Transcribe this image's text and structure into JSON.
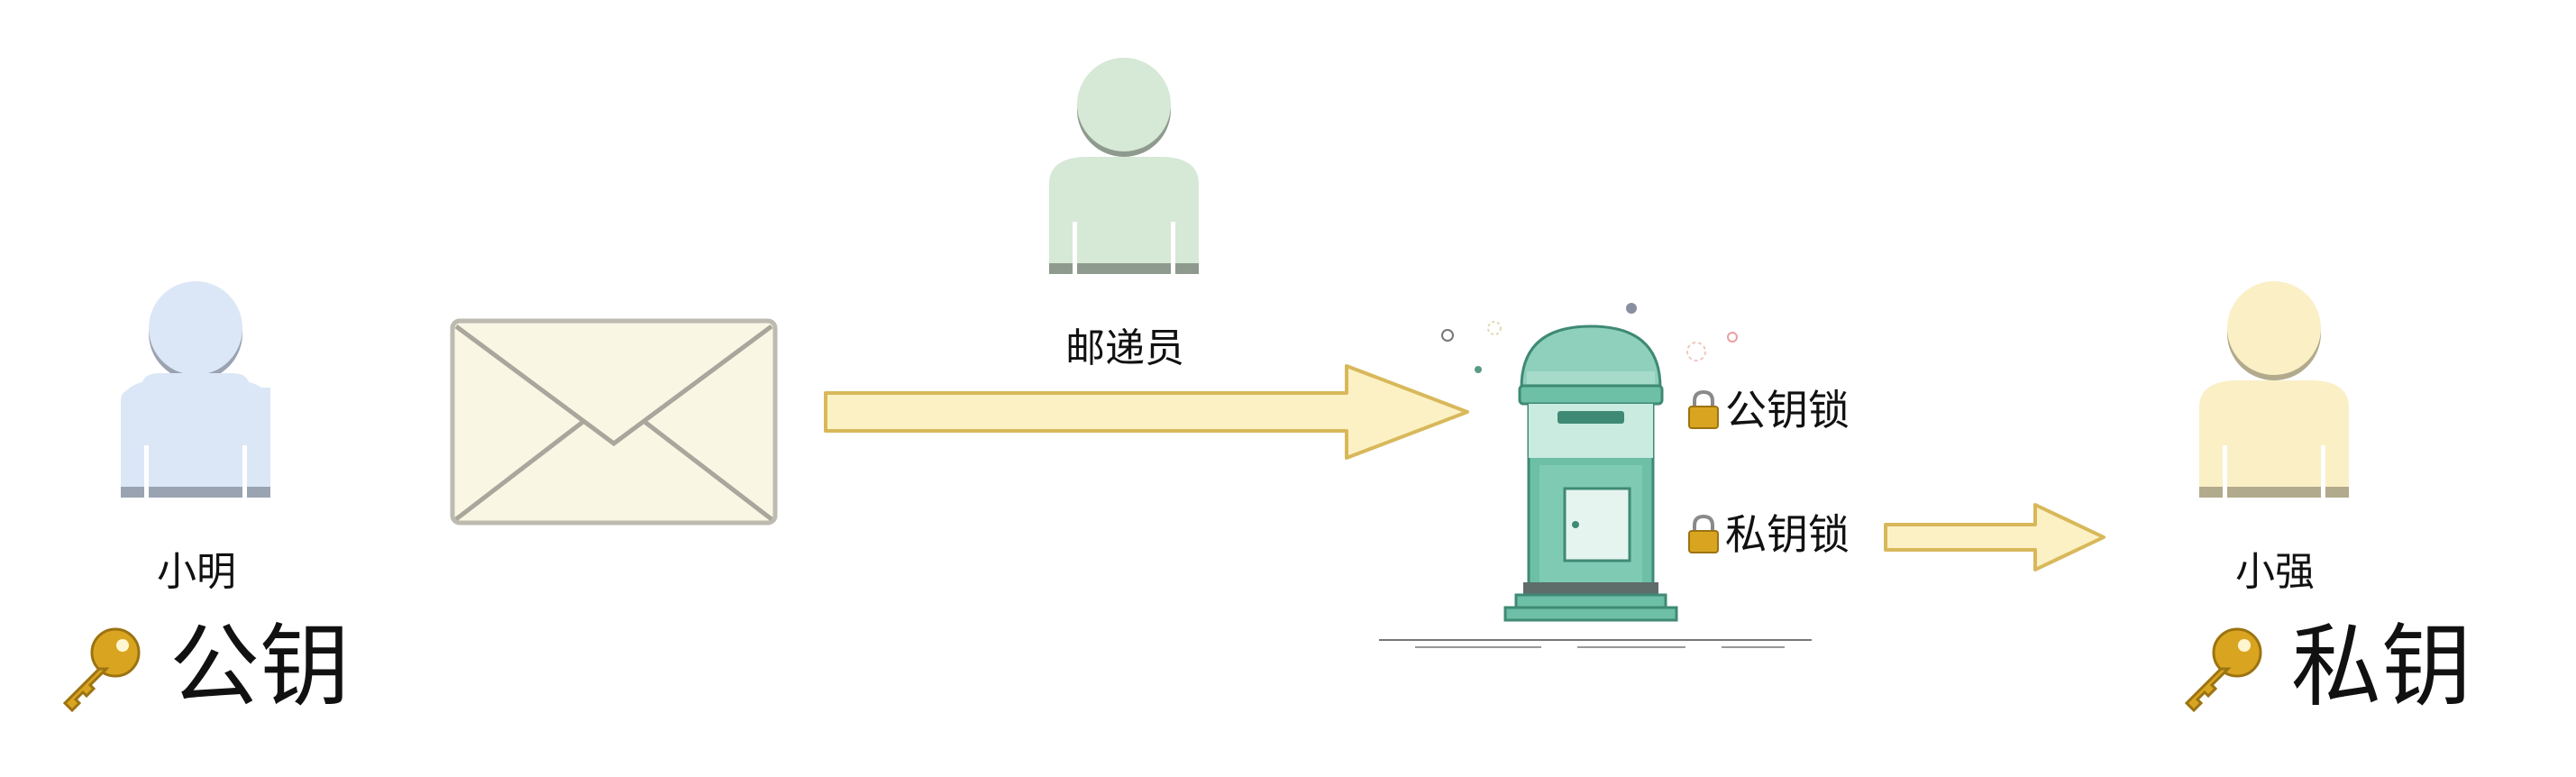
{
  "people": {
    "sender": {
      "name": "小明",
      "color": "#dbe7f7",
      "shadow": "#9aa3b2"
    },
    "courier": {
      "name": "邮递员",
      "color": "#d6e8d6",
      "shadow": "#8f9a8f"
    },
    "receiver": {
      "name": "小强",
      "color": "#fbefc6",
      "shadow": "#b2aa8c"
    }
  },
  "keys": {
    "public": {
      "label": "公钥",
      "icon": "key-icon"
    },
    "private": {
      "label": "私钥",
      "icon": "key-icon"
    }
  },
  "mailbox": {
    "icon": "mailbox-icon",
    "color": "#6dbfa6",
    "locks": {
      "public_lock": {
        "label": "公钥锁",
        "icon": "lock-icon"
      },
      "private_lock": {
        "label": "私钥锁",
        "icon": "lock-icon"
      }
    }
  },
  "envelope": {
    "icon": "envelope-icon",
    "color": "#faf6e4"
  },
  "arrows": {
    "color": "#fbf1c4",
    "stroke": "#d8b85a"
  }
}
